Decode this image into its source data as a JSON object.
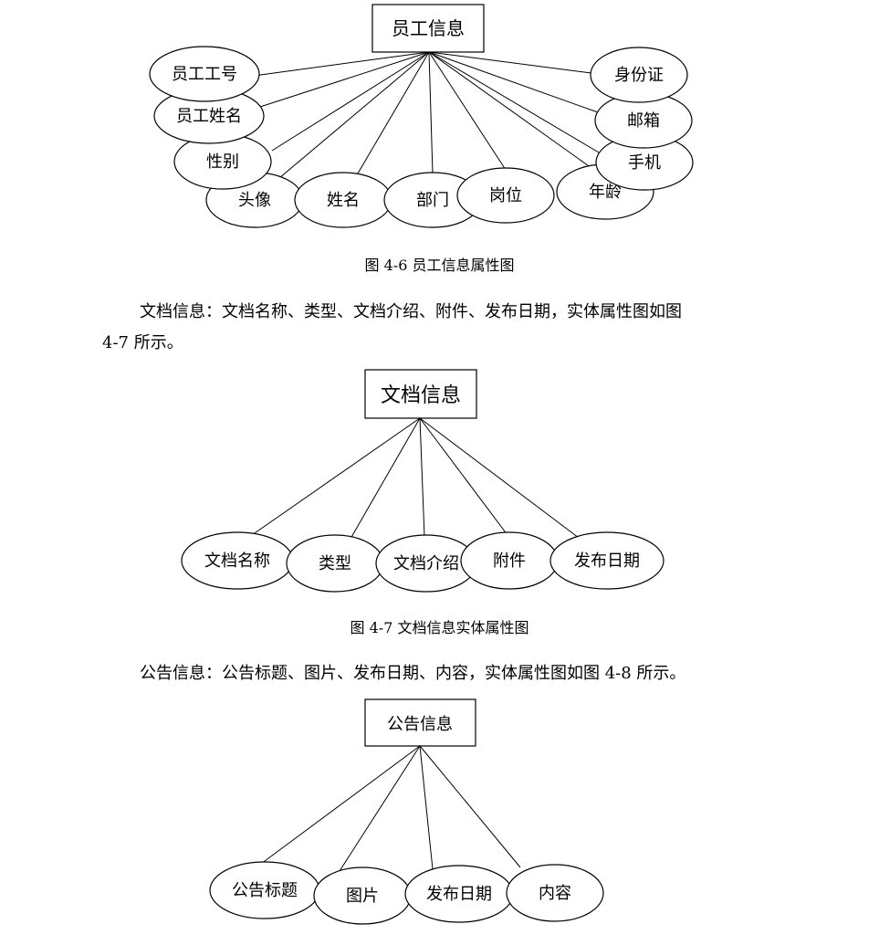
{
  "diagram1": {
    "entity": "员工信息",
    "attributes": [
      "员工工号",
      "员工姓名",
      "性别",
      "头像",
      "姓名",
      "部门",
      "岗位",
      "年龄",
      "手机",
      "邮箱",
      "身份证"
    ]
  },
  "caption1": "图 4-6 员工信息属性图",
  "paragraph1": {
    "line1": "文档信息：文档名称、类型、文档介绍、附件、发布日期，实体属性图如图",
    "line2": "4-7 所示。"
  },
  "diagram2": {
    "entity": "文档信息",
    "attributes": [
      "文档名称",
      "类型",
      "文档介绍",
      "附件",
      "发布日期"
    ]
  },
  "caption2": "图 4-7 文档信息实体属性图",
  "paragraph2": {
    "line1": "公告信息：公告标题、图片、发布日期、内容，实体属性图如图 4-8 所示。"
  },
  "diagram3": {
    "entity": "公告信息",
    "attributes": [
      "公告标题",
      "图片",
      "发布日期",
      "内容"
    ]
  }
}
